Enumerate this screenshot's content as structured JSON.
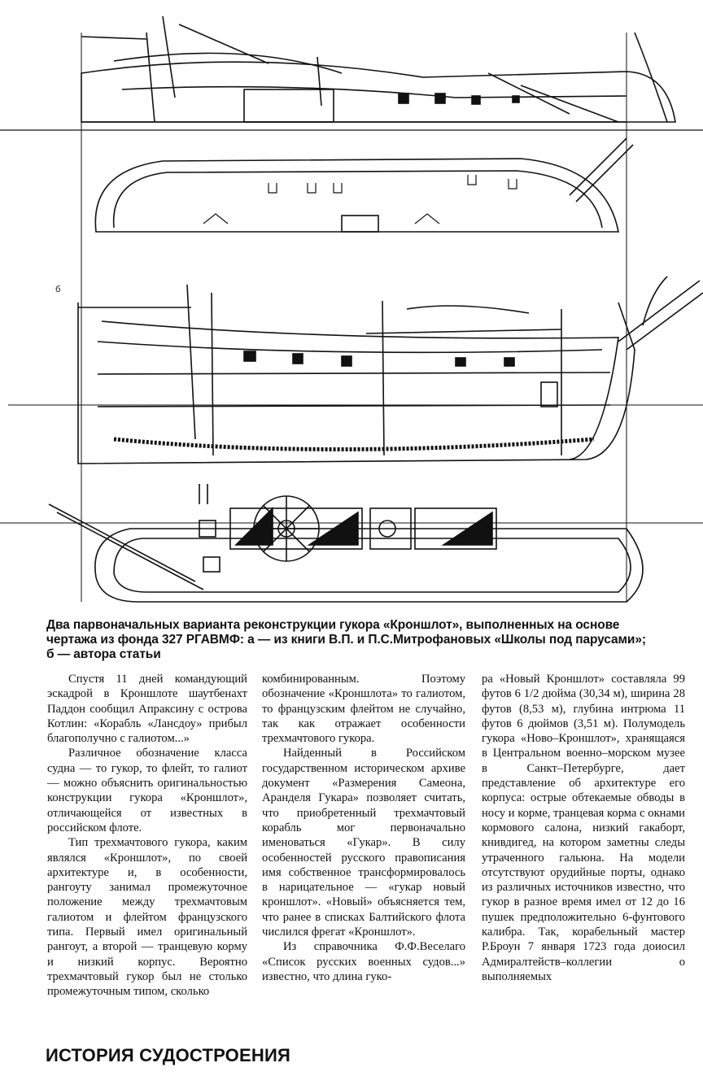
{
  "figure": {
    "label_b": "б"
  },
  "caption": {
    "line1": "Два парвоначальных варианта реконструкции гукора «Кроншлот», выполненных на основе",
    "line2": "чертажа из фонда 327 РГАВМФ: а — из книги В.П. и П.С.Митрофановых «Школы под парусами»;",
    "line3": "б — автора статьи"
  },
  "column1": {
    "p1": "Спустя 11 дней командующий эскадрой в Кроншлоте шаутбенахт Паддон сообщил Апраксину с острова Котлин: «Корабль «Лансдоу» прибыл благополучно с галиотом...»",
    "p2": "Различное обозначение класса судна — то гукор, то флейт, то галиот — можно объяснить оригинальностью конструкции гукора «Кроншлот», отличающейся от известных в российском флоте.",
    "p3": "Тип трехмачтового гукора, каким являлся «Кроншлот», по своей архитектуре и, в особенности, рангоуту занимал промежуточное положение между трехмачтовым галиотом и флейтом французского типа. Первый имел оригинальный рангоут, а второй — транцевую корму и низкий корпус. Вероятно трехмачтовый гукор был не столько промежуточным типом, сколько"
  },
  "column2": {
    "p1": "комбинированным. Поэтому обозначение «Кроншлота» то галиотом, то французским флейтом не случайно, так как отражает особенности трехмачтового гукора.",
    "p2": "Найденный в Российском государственном историческом архиве документ «Размерения Самеона, Аранделя Гукара» позволяет считать, что приобретенный трехмачтовый корабль мог первоначально именоваться «Гукар». В силу особенностей русского правописания имя собственное трансформировалось в нарицательное — «гукар новый кроншлот». «Новый» объясняется тем, что ранее в списках Балтийского флота числился фрегат «Кроншлот».",
    "p3": "Из справочника Ф.Ф.Веселаго «Список русских военных судов...» известно, что длина гуко-"
  },
  "column3": {
    "p1": "ра «Новый Кроншлот» составляла 99 футов 6 1/2 дюйма (30,34 м), ширина 28 футов (8,53 м), глубина интрюма 11 футов 6 дюймов (3,51 м). Полумодель гукора «Ново–Кроншлот», хранящаяся в Центральном военно–морском музее в Санкт–Петербурге, дает представление об архитектуре его корпуса: острые обтекаемые обводы в носу и корме, транцевая корма с окнами кормового салона, низкий гакаборт, книвдигед, на котором заметны следы утраченного гальюна. На модели отсутствуют орудийные порты, однако из различных источников известно, что гукор в разное время имел от 12 до 16 пушек предположительно 6-фунтового калибра. Так, корабельный мастер Р.Броун 7 января 1723 года доиосил Адмиралтейств–коллегии о выполняемых"
  },
  "section_title": "ИСТОРИЯ СУДОСТРОЕНИЯ"
}
